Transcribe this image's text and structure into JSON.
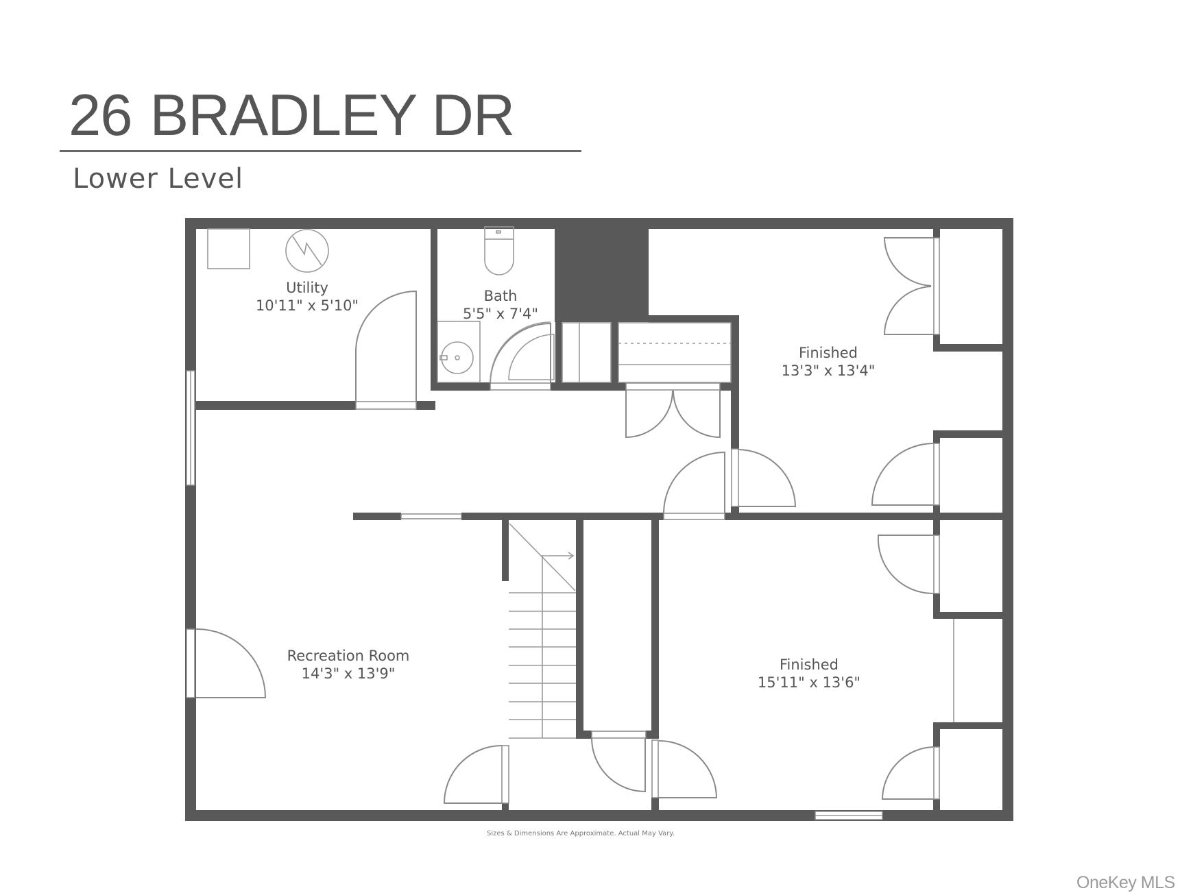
{
  "header": {
    "address_number": "26",
    "address_street": "BRADLEY DR",
    "level": "Lower Level"
  },
  "rooms": [
    {
      "name": "Utility",
      "dimensions": "10'11\" x 5'10\""
    },
    {
      "name": "Bath",
      "dimensions": "5'5\" x 7'4\""
    },
    {
      "name": "Finished",
      "dimensions": "13'3\" x 13'4\""
    },
    {
      "name": "Recreation Room",
      "dimensions": "14'3\" x 13'9\""
    },
    {
      "name": "Finished",
      "dimensions": "15'11\" x 13'6\""
    }
  ],
  "footer": {
    "disclaimer": "Sizes & Dimensions Are Approximate. Actual May Vary.",
    "watermark": "OneKey MLS"
  },
  "colors": {
    "wall": "#595959",
    "text": "#555555",
    "background": "#ffffff"
  }
}
